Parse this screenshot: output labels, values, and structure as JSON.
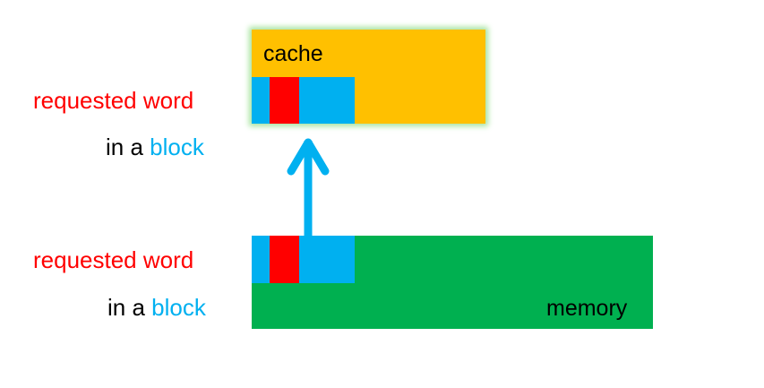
{
  "cache": {
    "label": "cache"
  },
  "memory": {
    "label": "memory"
  },
  "labels": {
    "requested_word": "requested word",
    "in_a": "in a",
    "block": "block"
  },
  "colors": {
    "cache": "#ffc000",
    "memory": "#00b050",
    "block": "#00b0f0",
    "word": "#ff0000",
    "arrow": "#00b0f0",
    "cache_glow": "#a8e4a0"
  }
}
